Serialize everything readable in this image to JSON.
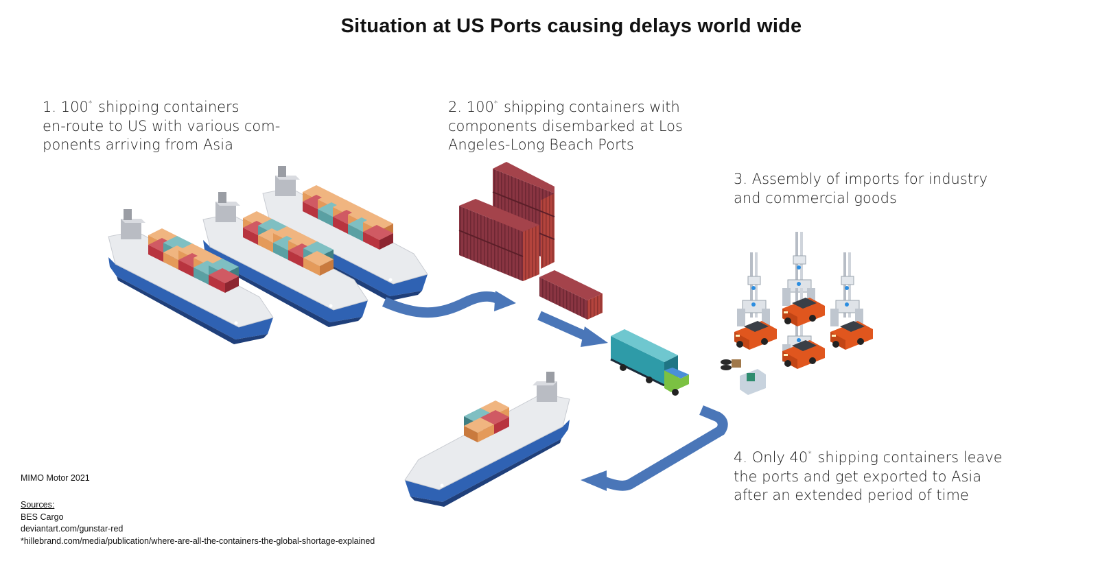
{
  "title": "Situation at US Ports causing delays world wide",
  "steps": [
    {
      "number": "1.",
      "count": "100",
      "mark": "*",
      "lines": [
        "shipping containers",
        "en-route to US with various com-",
        "ponents arriving from Asia"
      ]
    },
    {
      "number": "2.",
      "count": "100",
      "mark": "*",
      "lines": [
        "shipping containers with",
        "components disembarked at Los",
        "Angeles-Long Beach Ports"
      ]
    },
    {
      "number": "3.",
      "lines": [
        "Assembly of imports for industry",
        "and commercial goods"
      ]
    },
    {
      "number": "4.",
      "prefix": "Only",
      "count": "40",
      "mark": "*",
      "lines": [
        "shipping containers leave",
        "the ports and get exported to Asia",
        "after an extended period of time"
      ]
    }
  ],
  "credit": "MIMO Motor 2021",
  "sources": {
    "heading": "Sources:",
    "items": [
      "BES Cargo",
      "deviantart.com/gunstar-red",
      "*hillebrand.com/media/publication/where-are-all-the-containers-the-global-shortage-explained"
    ]
  },
  "colors": {
    "arrow": "#4a76b8",
    "hull": "#2f62b3",
    "container_red": "#b8343f",
    "container_orange": "#e49a5a",
    "container_teal": "#5aa0a3",
    "port_container": "#8a3542",
    "car": "#e0561e"
  }
}
